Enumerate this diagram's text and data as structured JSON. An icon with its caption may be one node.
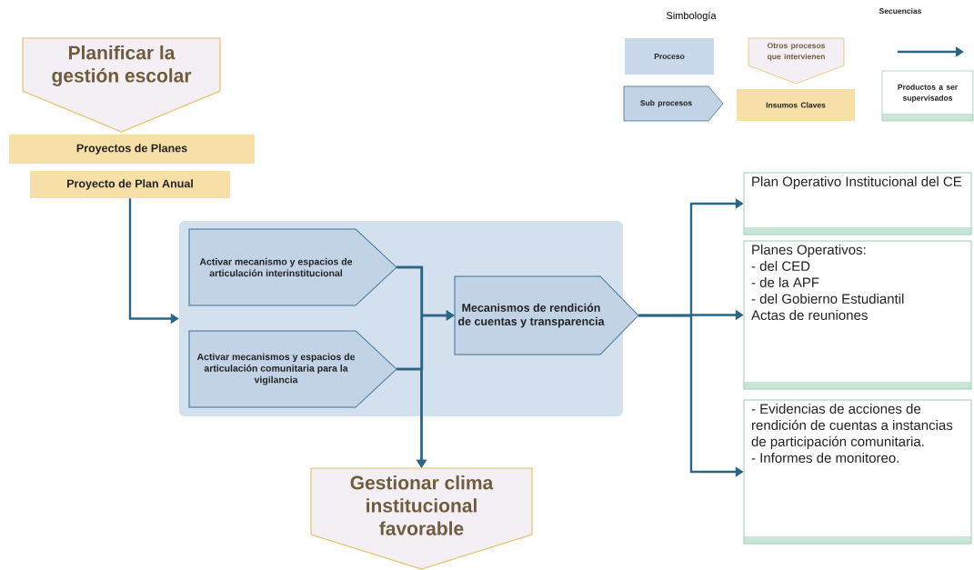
{
  "diagram": {
    "nodes": [
      {
        "text": [
          "Planificar la gestión escolar"
        ]
      },
      {
        "text": [
          "Proyectos de Planes"
        ]
      },
      {
        "text": [
          "Proyecto de Plan Anual"
        ]
      },
      {
        "text": [],
        "shape": "box"
      },
      {
        "text": [
          "Activar mecanismo y espacios de articulación interinstitucional"
        ],
        "in": 3
      },
      {
        "text": [
          "Activar mecanismos y espacios de articulación comunitaria para la vigilancia"
        ],
        "in": 3
      },
      {
        "text": [
          "Mecanismos de rendición de cuentas y transparencia"
        ],
        "in": 3
      },
      {
        "text": [
          "Plan Operativo Institucional del CE"
        ]
      },
      {
        "text": [
          "Planes Operativos:",
          "- del CED",
          "- de la APF",
          "- del Gobierno Estudiantil",
          "Actas de reuniones"
        ]
      },
      {
        "text": [
          "- Evidencias de acciones de rendición de cuentas a instancias de participación comunitaria.",
          "- Informes de monitoreo."
        ]
      },
      {
        "text": [
          "Gestionar clima institucional favorable"
        ]
      }
    ],
    "edges": [
      {
        "from": 2,
        "to": 3,
        "arrow": "to"
      },
      {
        "from": 4,
        "to": 6,
        "arrow": "to"
      },
      {
        "from": 5,
        "to": 6,
        "arrow": "to"
      },
      {
        "from": 4,
        "to": 10,
        "arrow": "to"
      },
      {
        "from": 5,
        "to": 10,
        "arrow": "to"
      },
      {
        "from": 6,
        "to": 7,
        "arrow": "to"
      },
      {
        "from": 6,
        "to": 8,
        "arrow": "to"
      },
      {
        "from": 6,
        "to": 9,
        "arrow": "to"
      }
    ],
    "labels": [
      "Simbología"
    ],
    "legend": [
      {
        "text": "Proceso",
        "color": "#c9d8ea"
      },
      {
        "text": "Otros procesos que intervienen"
      },
      {
        "text": "Secuencias"
      },
      {
        "text": "Sub procesos"
      },
      {
        "text": "Insumos Claves",
        "color": "#f7dfa8"
      },
      {
        "text": "Productos a ser supervisados"
      }
    ]
  }
}
